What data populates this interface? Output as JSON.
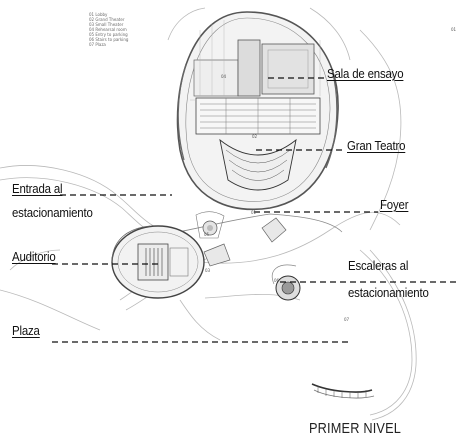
{
  "legend": [
    "01  Lobby",
    "02  Grand Theater",
    "03  Small Theater",
    "04  Rehearsal room",
    "05  Entry to parking",
    "06  Stairs to parking",
    "07  Plaza"
  ],
  "room_numbers": {
    "r01": "01",
    "r02": "02",
    "r03": "03",
    "r04": "04",
    "r05": "05",
    "r06": "06",
    "r07": "07",
    "corner": "01"
  },
  "callouts": {
    "sala_de_ensayo": "Sala de ensayo",
    "gran_teatro": "Gran Teatro",
    "entrada_line1": "Entrada al",
    "entrada_line2": "estacionamiento",
    "foyer": "Foyer",
    "auditorio": "Auditorio",
    "escaleras_line1": "Escaleras al",
    "escaleras_line2": "estacionamiento",
    "plaza": "Plaza"
  },
  "caption": "PRIMER NIVEL",
  "colors": {
    "line": "#111111",
    "plan": "#8a8a8a",
    "plan_dark": "#3c3c3c",
    "fill": "#e6e6e6"
  }
}
